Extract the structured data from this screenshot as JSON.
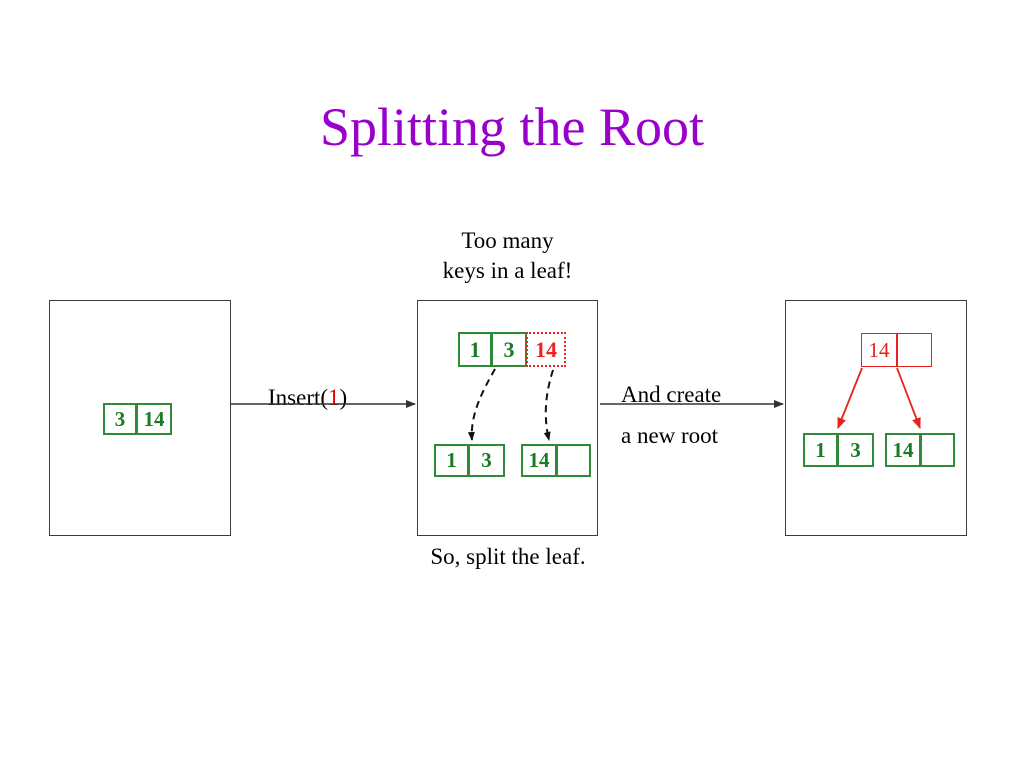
{
  "slide": {
    "title": "Splitting the Root",
    "title_color": "#9900cc",
    "background": "#ffffff"
  },
  "colors": {
    "title_purple": "#9900cc",
    "key_green": "#1a7a26",
    "node_green_border": "#2e8b38",
    "highlight_red": "#ee2222",
    "root_red": "#e8201e",
    "panel_border": "#3c3c3c",
    "text_black": "#000000"
  },
  "annotations": {
    "too_many_keys_line1": "Too many",
    "too_many_keys_line2": "keys in a leaf!",
    "split_caption": "So, split the leaf.",
    "insert_prefix": "Insert(",
    "insert_key": "1",
    "insert_suffix": ")",
    "and_create_line1": "And create",
    "and_create_line2": "a new root"
  },
  "panels": [
    {
      "id": "left",
      "name": "before-insert",
      "nodes": [
        {
          "id": "left-leaf",
          "style": "green",
          "cells": [
            {
              "value": "3"
            },
            {
              "value": "14"
            }
          ]
        }
      ]
    },
    {
      "id": "middle",
      "name": "overflow-and-split",
      "nodes": [
        {
          "id": "overflow-leaf",
          "style": "green-with-red-overflow",
          "cells": [
            {
              "value": "1",
              "style": "green"
            },
            {
              "value": "3",
              "style": "green"
            },
            {
              "value": "14",
              "style": "red-dotted"
            }
          ]
        },
        {
          "id": "split-left-leaf",
          "style": "green",
          "cells": [
            {
              "value": "1"
            },
            {
              "value": "3"
            }
          ]
        },
        {
          "id": "split-right-leaf",
          "style": "green",
          "cells": [
            {
              "value": "14"
            },
            {
              "value": ""
            }
          ]
        }
      ]
    },
    {
      "id": "right",
      "name": "after-new-root",
      "nodes": [
        {
          "id": "new-root",
          "style": "red",
          "cells": [
            {
              "value": "14"
            },
            {
              "value": ""
            }
          ]
        },
        {
          "id": "right-left-leaf",
          "style": "green",
          "cells": [
            {
              "value": "1"
            },
            {
              "value": "3"
            }
          ]
        },
        {
          "id": "right-right-leaf",
          "style": "green",
          "cells": [
            {
              "value": "14"
            },
            {
              "value": ""
            }
          ]
        }
      ]
    }
  ]
}
